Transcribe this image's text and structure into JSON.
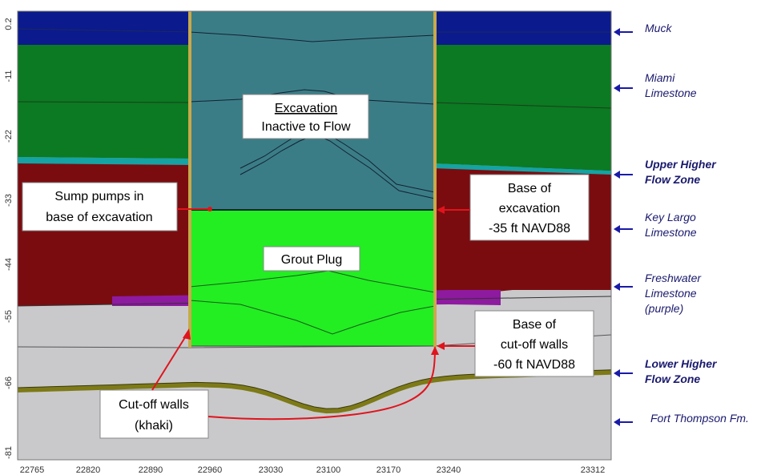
{
  "y_ticks": [
    "0.2",
    "-11",
    "-22",
    "-33",
    "-44",
    "-55",
    "-66",
    "-81"
  ],
  "x_ticks": [
    "22765",
    "22820",
    "22890",
    "22960",
    "23030",
    "23100",
    "23170",
    "23240",
    "23312"
  ],
  "legend": [
    {
      "lines": [
        "Muck"
      ],
      "bold": false
    },
    {
      "lines": [
        "Miami",
        "Limestone"
      ],
      "bold": false
    },
    {
      "lines": [
        "Upper Higher",
        "Flow Zone"
      ],
      "bold": true
    },
    {
      "lines": [
        "Key Largo",
        "Limestone"
      ],
      "bold": false
    },
    {
      "lines": [
        "Freshwater",
        "Limestone",
        "(purple)"
      ],
      "bold": false
    },
    {
      "lines": [
        "Lower Higher",
        "Flow Zone"
      ],
      "bold": true
    },
    {
      "lines": [
        "Fort Thompson Fm."
      ],
      "bold": false
    }
  ],
  "labels": {
    "excavation_title": "Excavation",
    "excavation_sub": "Inactive to Flow",
    "grout_plug": "Grout Plug",
    "sump_line1": "Sump pumps in",
    "sump_line2": "base of excavation",
    "base_exc_line1": "Base of",
    "base_exc_line2": "excavation",
    "base_exc_line3": "-35 ft NAVD88",
    "base_cut_line1": "Base of",
    "base_cut_line2": "cut-off walls",
    "base_cut_line3": "-60 ft NAVD88",
    "cutoff_line1": "Cut-off walls",
    "cutoff_line2": "(khaki)"
  },
  "colors": {
    "muck": "#0b1a8c",
    "miami": "#0b7a22",
    "upper_flow": "#15a3a3",
    "key_largo": "#7a0c10",
    "freshwater": "#8e1aa0",
    "fort_thompson": "#c9c9cc",
    "lower_flow": "#7d7a18",
    "excavation": "#3b7d86",
    "grout": "#22ee22",
    "wall": "#c9a94a",
    "arrow_red": "#e0141c",
    "legend_arrow": "#1a1aa8"
  }
}
